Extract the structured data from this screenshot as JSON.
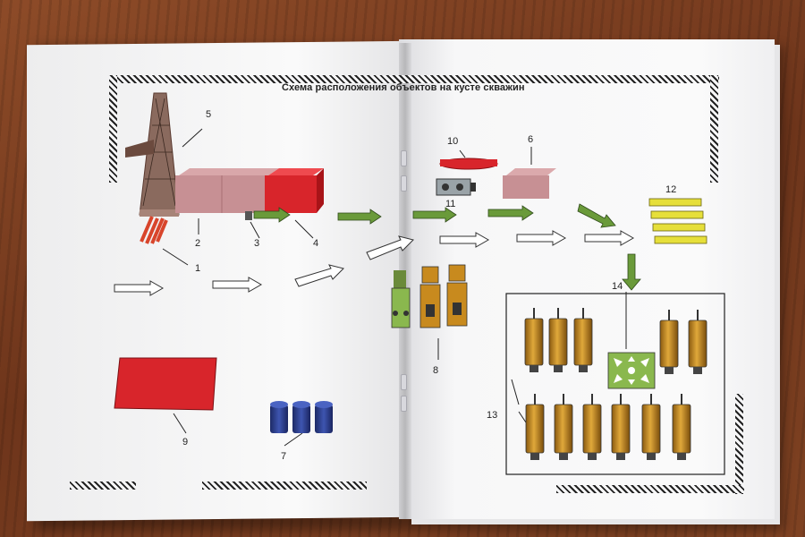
{
  "diagram": {
    "title": "Схема расположения объектов на кусте скважин",
    "labels": {
      "l1": "1",
      "l2": "2",
      "l3": "3",
      "l4": "4",
      "l5": "5",
      "l6": "6",
      "l7": "7",
      "l8": "8",
      "l9": "9",
      "l10": "10",
      "l11": "11",
      "l12": "12",
      "l13": "13",
      "l14": "14"
    }
  },
  "colors": {
    "green_arrow": "#6a9a3a",
    "red_block": "#d8252b",
    "pink_block": "#c98a8e",
    "yellow_bar": "#e6df3a",
    "tank_orange": "#c88a1e",
    "blue_barrel": "#2d3f8c",
    "assembly_green": "#8ab84e"
  }
}
